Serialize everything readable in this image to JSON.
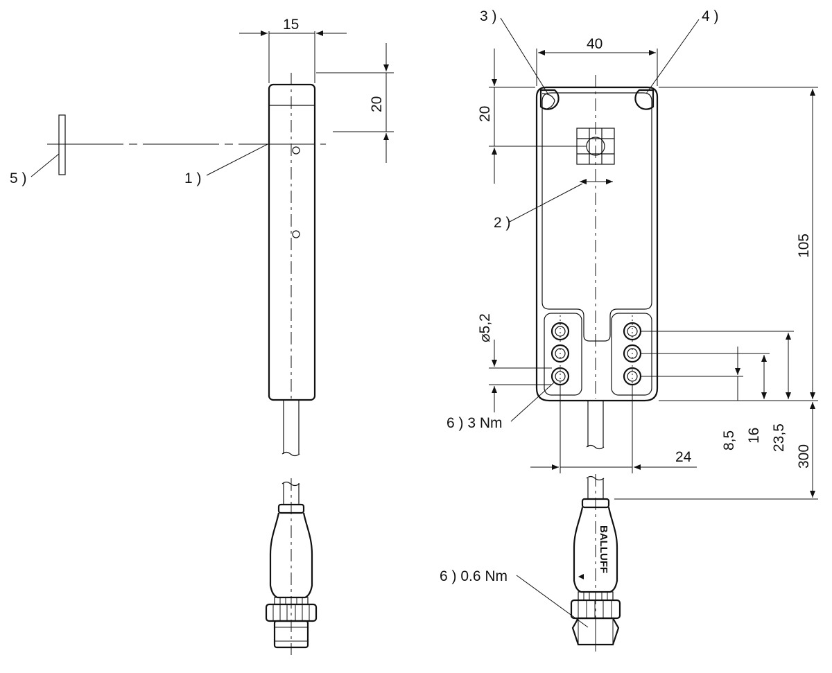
{
  "callouts": {
    "c1": "1 )",
    "c2": "2 )",
    "c3": "3 )",
    "c4": "4 )",
    "c5": "5 )",
    "c6a": "6 ) 3 Nm",
    "c6b": "6 ) 0.6 Nm"
  },
  "dimensions": {
    "side_width": "15",
    "side_height": "20",
    "front_width": "40",
    "front_top": "20",
    "front_height": "105",
    "hole_diameter": "⌀5,2",
    "hole_spacing_1": "8,5",
    "hole_spacing_2": "16",
    "hole_spacing_3": "23,5",
    "hole_offset": "24",
    "cable_length": "300"
  },
  "connector_brand": "BALLUFF"
}
